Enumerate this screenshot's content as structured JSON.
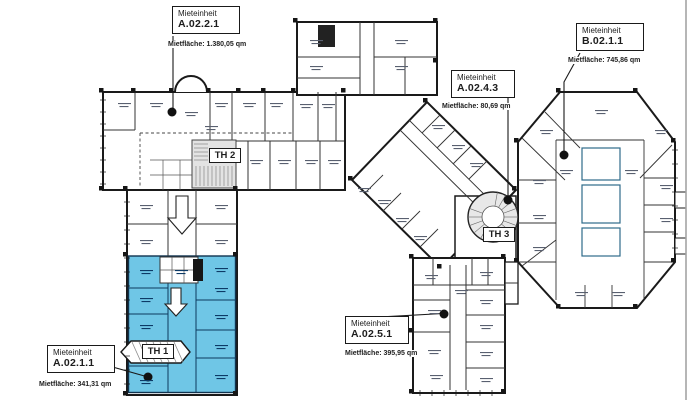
{
  "callouts": {
    "a0221": {
      "label": "Mieteinheit",
      "unit": "A.02.2.1",
      "area": "Mietfläche: 1.380,05 qm"
    },
    "b0211": {
      "label": "Mieteinheit",
      "unit": "B.02.1.1",
      "area": "Mietfläche: 745,86 qm"
    },
    "a0243": {
      "label": "Mieteinheit",
      "unit": "A.02.4.3",
      "area": "Mietfläche: 80,69 qm"
    },
    "a0251": {
      "label": "Mieteinheit",
      "unit": "A.02.5.1",
      "area": "Mietfläche: 395,95 qm"
    },
    "a0211": {
      "label": "Mieteinheit",
      "unit": "A.02.1.1",
      "area": "Mietfläche: 341,31 qm"
    }
  },
  "stairwells": {
    "th1": "TH 1",
    "th2": "TH 2",
    "th3": "TH 3"
  },
  "colors": {
    "highlight": "#6fc6e6",
    "wall": "#1a1a1a",
    "atrium": "#2e6b8a",
    "page_edge": "#a3a3a3"
  }
}
